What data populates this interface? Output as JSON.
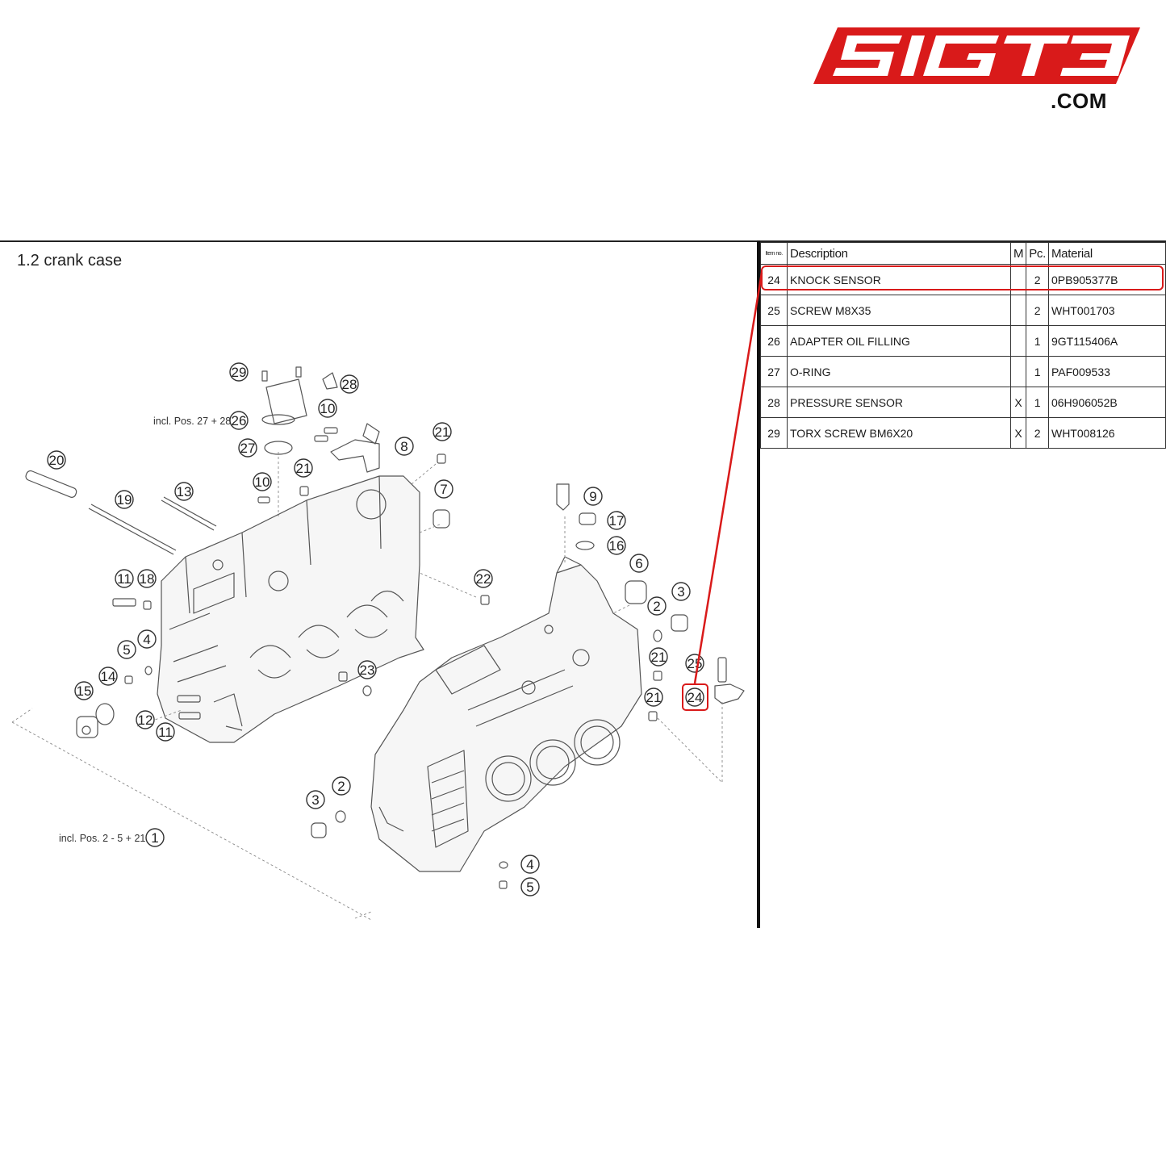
{
  "brand": {
    "logo_text": "SIGT3",
    "domain_suffix": ".COM",
    "color": "#d91a1a"
  },
  "section": {
    "title": "1.2  crank case"
  },
  "diagram": {
    "notes": {
      "pos_27_28": "incl. Pos. 27 + 28",
      "pos_2_5_21": "incl. Pos. 2 - 5 + 21"
    },
    "callouts": [
      "1",
      "2",
      "2",
      "3",
      "3",
      "4",
      "4",
      "5",
      "5",
      "6",
      "7",
      "8",
      "9",
      "10",
      "10",
      "11",
      "11",
      "12",
      "13",
      "14",
      "15",
      "16",
      "17",
      "18",
      "19",
      "20",
      "21",
      "21",
      "21",
      "21",
      "22",
      "23",
      "24",
      "25",
      "26",
      "27",
      "28",
      "29"
    ],
    "highlighted_callout": "24"
  },
  "parts_table": {
    "headers": {
      "item": "Item no.",
      "description": "Description",
      "m": "M",
      "pc": "Pc.",
      "material": "Material"
    },
    "rows": [
      {
        "item": "24",
        "description": "KNOCK SENSOR",
        "m": "",
        "pc": "2",
        "material": "0PB905377B"
      },
      {
        "item": "25",
        "description": "SCREW M8X35",
        "m": "",
        "pc": "2",
        "material": "WHT001703"
      },
      {
        "item": "26",
        "description": "ADAPTER OIL FILLING",
        "m": "",
        "pc": "1",
        "material": "9GT115406A"
      },
      {
        "item": "27",
        "description": "O-RING",
        "m": "",
        "pc": "1",
        "material": "PAF009533"
      },
      {
        "item": "28",
        "description": "PRESSURE SENSOR",
        "m": "X",
        "pc": "1",
        "material": "06H906052B"
      },
      {
        "item": "29",
        "description": "TORX SCREW BM6X20",
        "m": "X",
        "pc": "2",
        "material": "WHT008126"
      }
    ],
    "highlighted_row": "24"
  },
  "colors": {
    "highlight": "#d91a1a",
    "line": "#333333"
  }
}
